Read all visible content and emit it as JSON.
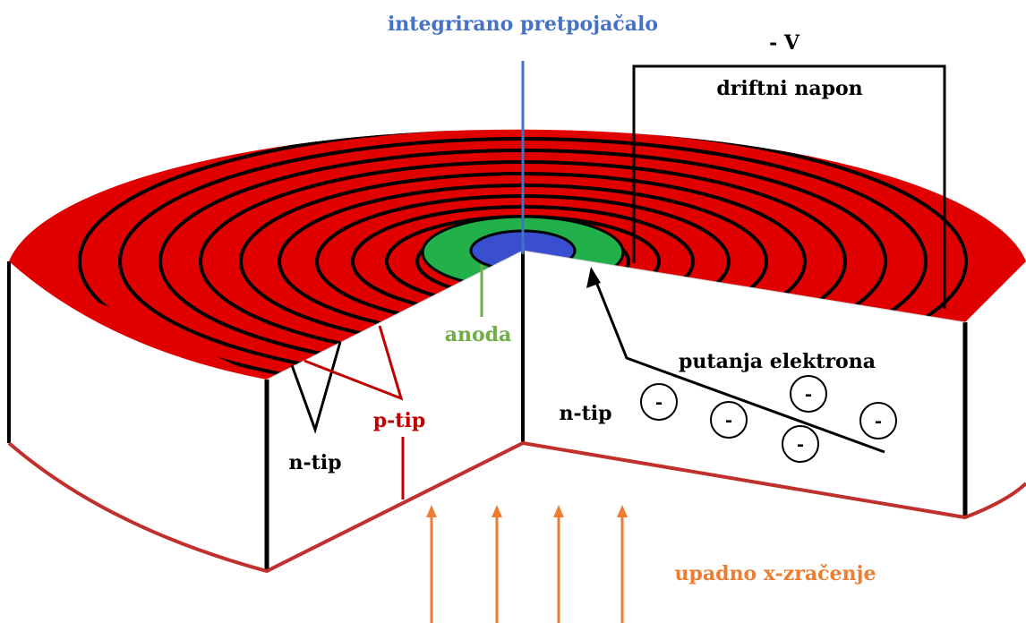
{
  "labels": {
    "preamp": "integrirano pretpojačalo",
    "voltage": "- V",
    "drift_voltage": "driftni napon",
    "anode": "anoda",
    "electron_path": "putanja elektrona",
    "n_type_left": "n-tip",
    "p_type": "p-tip",
    "n_type_right": "n-tip",
    "incident_xray": "upadno x-zračenje",
    "electron_symbol": "-"
  },
  "colors": {
    "p_region": "#e00000",
    "ring_lines": "#000000",
    "anode": "#22b04a",
    "preamp": "#3a4fd0",
    "preamp_text": "#4472c4",
    "anode_text": "#70ad47",
    "p_label": "#c00000",
    "xray": "#ed7d31",
    "bottom_rim": "#c0302c"
  }
}
